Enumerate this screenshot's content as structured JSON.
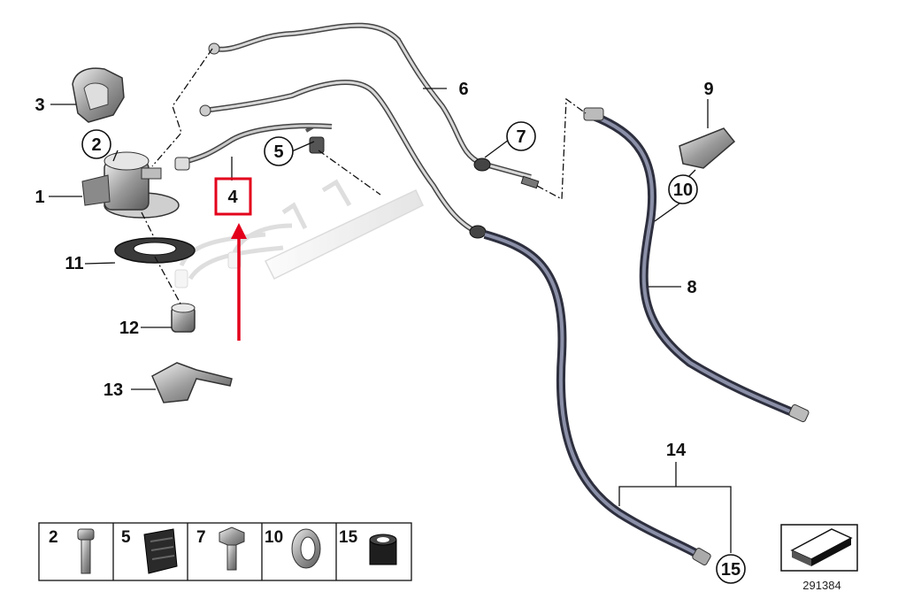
{
  "diagram_id": "291384",
  "highlight": {
    "color": "#e3001b",
    "label": "4"
  },
  "callouts": {
    "c1": "1",
    "c2": "2",
    "c3": "3",
    "c4": "4",
    "c5": "5",
    "c6": "6",
    "c7": "7",
    "c8": "8",
    "c9": "9",
    "c10": "10",
    "c11": "11",
    "c12": "12",
    "c13": "13",
    "c14": "14",
    "c15": "15"
  },
  "thumbnails": [
    "2",
    "5",
    "7",
    "10",
    "15"
  ]
}
